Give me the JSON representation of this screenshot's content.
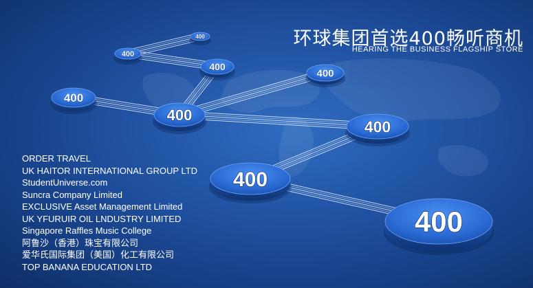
{
  "banner": {
    "title": "环球集团首选400畅听商机",
    "subtitle": "HEARING THE BUSINESS FLAGSHIP STORE"
  },
  "disk_label": "400",
  "companies": [
    "ORDER TRAVEL",
    "UK HAITOR INTERNATIONAL GROUP LTD",
    "StudentUniverse.com",
    "Suncra Company Limited",
    "EXCLUSIVE Asset Management Limited",
    "UK YFURUIR OIL LNDUSTRY LIMITED",
    "Singapore Raffles Music College",
    "阿鲁沙（香港）珠宝有限公司",
    "爱华氏国际集团（美国）化工有限公司",
    "TOP BANANA EDUCATION LTD"
  ],
  "colors": {
    "background": "#1f4f9e",
    "disk_top": "#2e73d8",
    "disk_side": "#1a4aa0",
    "text": "#ffffff"
  }
}
